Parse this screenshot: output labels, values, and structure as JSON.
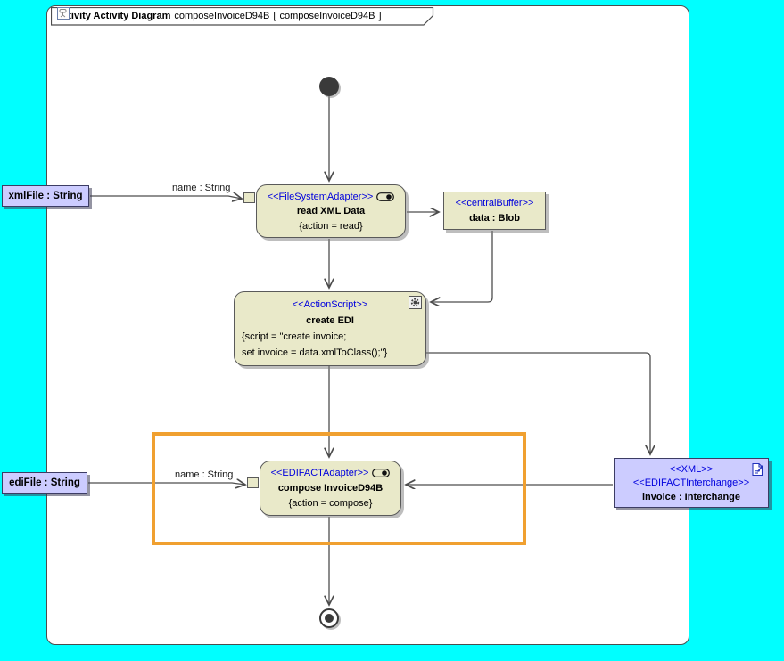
{
  "header": {
    "keyword_label": "activity Activity Diagram",
    "diagram_name": "composeInvoiceD94B",
    "bracket_open": "[",
    "ref_name": "composeInvoiceD94B",
    "bracket_close": "]"
  },
  "nodes": {
    "read_action": {
      "stereotype": "<<FileSystemAdapter>>",
      "name": "read XML Data",
      "constraint": "{action = read}"
    },
    "data_buffer": {
      "stereotype": "<<centralBuffer>>",
      "name": "data : Blob"
    },
    "create_edi": {
      "stereotype": "<<ActionScript>>",
      "name": "create EDI",
      "script_line1": "{script = \"create invoice;",
      "script_line2": "set invoice = data.xmlToClass();\"}"
    },
    "compose_action": {
      "stereotype": "<<EDIFACTAdapter>>",
      "name": "compose InvoiceD94B",
      "constraint": "{action = compose}"
    },
    "invoice_object": {
      "stereotype_1": "<<XML>>",
      "stereotype_2": "<<EDIFACTInterchange>>",
      "name": "invoice : Interchange"
    },
    "xml_file_param": {
      "text": "xmlFile : String"
    },
    "edi_file_param": {
      "text": "ediFile : String"
    }
  },
  "flow_labels": {
    "read_input_pin": "name : String",
    "compose_input_pin": "name : String"
  },
  "icons": {
    "diagram_ref": "activity-diagram-icon",
    "adapter": "toggle-icon",
    "action_script": "gear-icon",
    "xml_document": "document-icon"
  },
  "colors": {
    "cyan": "#00ffff",
    "beige": "#e9e9c9",
    "lavender": "#ccccff",
    "stereotype_blue": "#0000dd",
    "accent_orange": "#f0a030",
    "line": "#4d4d4d"
  }
}
